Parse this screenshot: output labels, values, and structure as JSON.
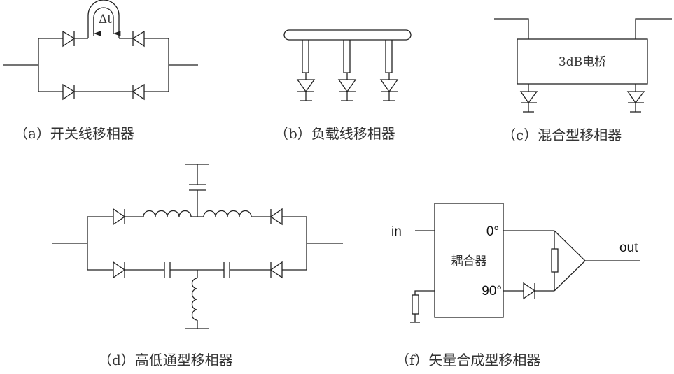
{
  "captions": {
    "a": "（a）开关线移相器",
    "b": "（b）负载线移相器",
    "c": "（c）混合型移相器",
    "d": "（d）高低通型移相器",
    "f": "（f）矢量合成型移相器"
  },
  "labels": {
    "delta_t": "Δt",
    "bridge": "3dB电桥",
    "coupler": "耦合器",
    "in": "in",
    "out": "out",
    "deg0": "0°",
    "deg90": "90°"
  }
}
